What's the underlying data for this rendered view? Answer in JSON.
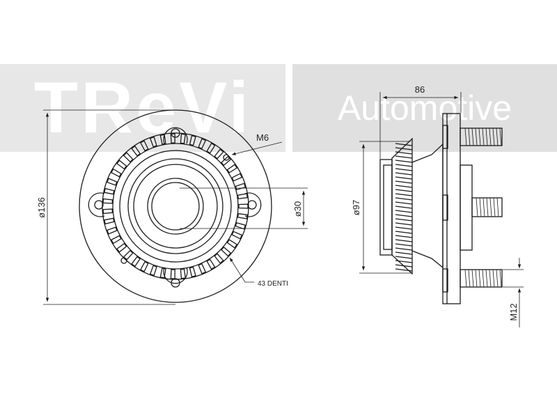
{
  "watermark": {
    "brand": "TReVi",
    "brand_sub": "Automotive"
  },
  "drawing": {
    "line_color": "#1a1a1a",
    "front_view": {
      "outer_diameter_label": "ø136",
      "bore_label": "ø30",
      "thread_label": "M6",
      "tooth_count_label": "43 DENTI",
      "tooth_count": 43,
      "stud_count": 3
    },
    "side_view": {
      "width_label": "86",
      "diameter_label": "ø97",
      "stud_thread_label": "M12"
    }
  }
}
